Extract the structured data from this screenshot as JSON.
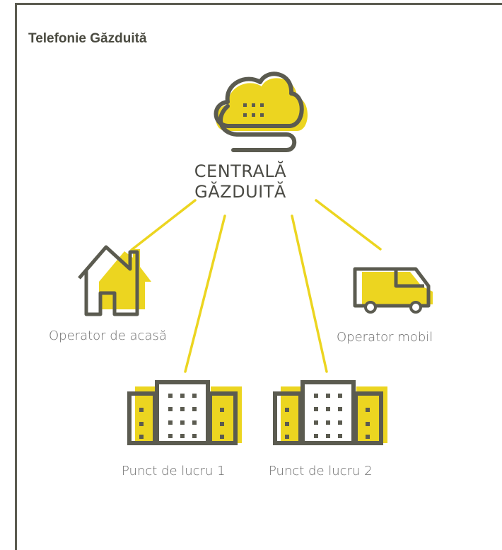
{
  "title": "Telefonie Găzduită",
  "center": {
    "line1": "CENTRALĂ",
    "line2": "GĂZDUITĂ"
  },
  "nodes": {
    "home": "Operator de acasă",
    "mobile": "Operator mobil",
    "office1": "Punct de lucru 1",
    "office2": "Punct de lucru 2"
  },
  "colors": {
    "accent": "#ecd520",
    "outline": "#5b5b50",
    "text": "#6b6b6b"
  }
}
